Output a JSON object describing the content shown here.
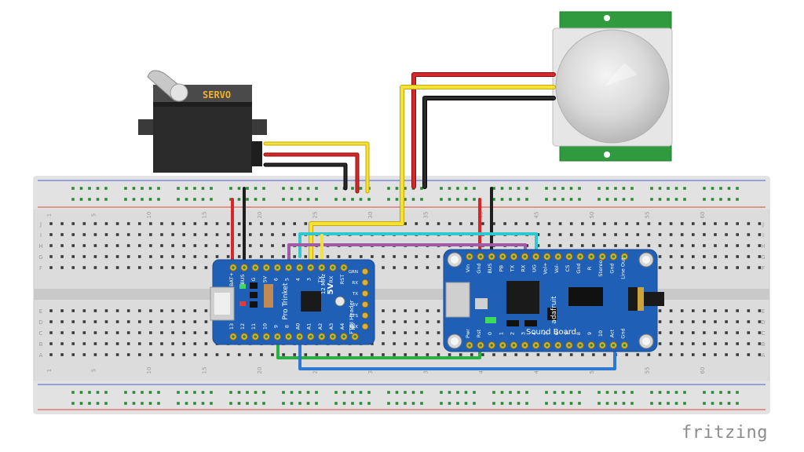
{
  "brand": {
    "watermark": "fritzing"
  },
  "servo": {
    "label": "SERVO"
  },
  "breadboard": {
    "column_numbers": [
      "1",
      "5",
      "10",
      "15",
      "20",
      "25",
      "30",
      "35",
      "40",
      "45",
      "50",
      "55",
      "60"
    ],
    "row_letters_top": [
      "J",
      "I",
      "H",
      "G",
      "F"
    ],
    "row_letters_bottom": [
      "E",
      "D",
      "C",
      "B",
      "A"
    ]
  },
  "trinket": {
    "brand_label": "Pro Trinket",
    "voltage_label": "5V",
    "freq_label": "12 MHz",
    "header_label": "FTDI Header",
    "pin_labels_top": [
      "BAT+",
      "BUS",
      "G",
      "5V",
      "6",
      "5",
      "4",
      "3",
      "TX",
      "RX",
      "RST"
    ],
    "pin_labels_bottom": [
      "13",
      "12",
      "11",
      "10",
      "9",
      "8",
      "A0",
      "A1",
      "A2",
      "A3",
      "A4",
      "A5"
    ],
    "side_labels": [
      "GRN",
      "RX",
      "TX",
      "5V",
      "CTS",
      "BLK"
    ]
  },
  "soundboard": {
    "brand_label": "adafruit",
    "title": "Sound Board",
    "pin_labels_top": [
      "Vin",
      "Gnd",
      "BUS",
      "PB",
      "TX",
      "RX",
      "UG",
      "Vol+",
      "Vol-",
      "CS",
      "Gnd",
      "R",
      "Stereo",
      "Gnd",
      "Line Out"
    ],
    "pin_labels_bottom": [
      "Pwr",
      "Rst",
      "0",
      "1",
      "2",
      "3",
      "4",
      "5",
      "6",
      "7",
      "8",
      "9",
      "10",
      "Act",
      "Gnd"
    ]
  },
  "pir": {
    "label": ""
  }
}
